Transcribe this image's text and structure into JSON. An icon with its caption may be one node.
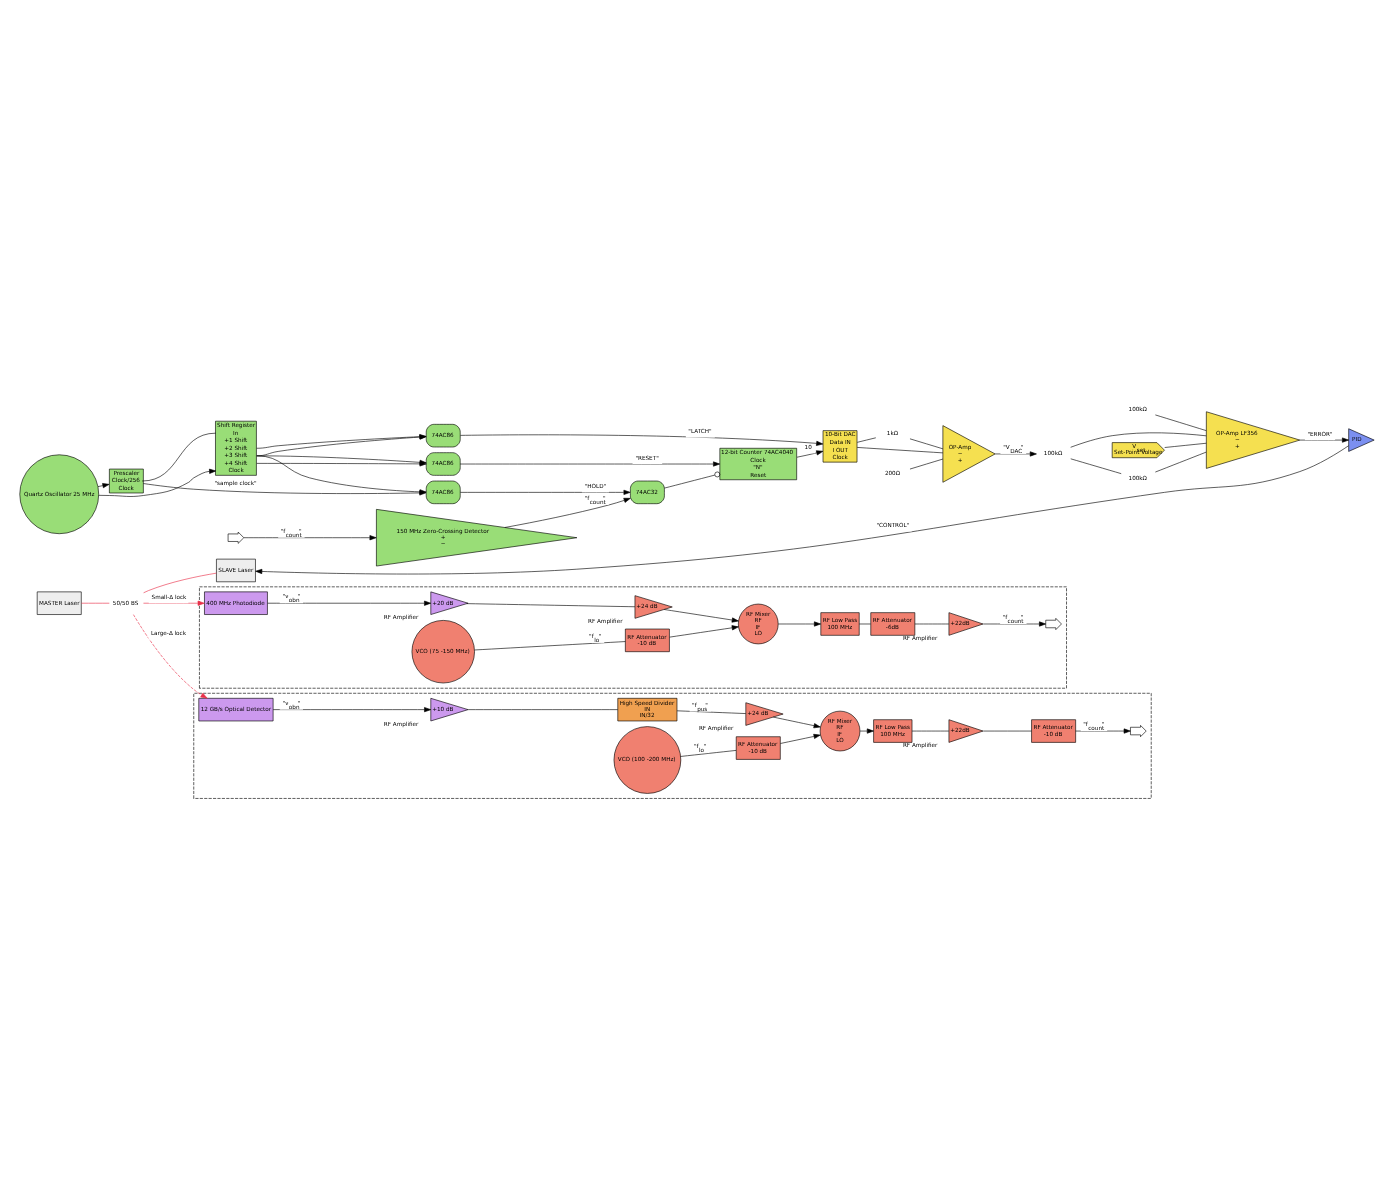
{
  "diagram": {
    "nodes": [
      {
        "text": [
          "MASTER Laser"
        ]
      },
      {
        "text": [
          "50/50 BS"
        ]
      },
      {
        "text": [
          "SLAVE Laser"
        ]
      },
      {
        "text": [],
        "shape": "box"
      },
      {
        "text": [
          "400 MHz Photodiode"
        ],
        "in": 3
      },
      {
        "text": [
          "RF Amplifier",
          "+20 dB"
        ],
        "in": 3
      },
      {
        "text": [
          "RF Amplifier",
          "+24 dB"
        ],
        "in": 3
      },
      {
        "text": [
          "RF Mixer",
          "RF",
          "IF",
          "LO"
        ],
        "in": 3
      },
      {
        "text": [
          "RF Attenuator",
          "-10 dB"
        ],
        "in": 3
      },
      {
        "text": [
          "VCO (75 -150 MHz)"
        ],
        "in": 3
      },
      {
        "text": [
          "RF Low Pass",
          "100 MHz"
        ],
        "in": 3
      },
      {
        "text": [
          "RF Attenuator",
          "-6dB"
        ],
        "in": 3
      },
      {
        "text": [
          "RF Amplifier",
          "+22dB"
        ],
        "in": 3
      },
      {
        "text": [],
        "shape": "chevron",
        "in": 3
      },
      {
        "text": [],
        "shape": "box"
      },
      {
        "text": [
          "12 GB/s Optical Detector"
        ],
        "in": 14
      },
      {
        "text": [
          "RF Amplifier",
          "+10 dB"
        ],
        "in": 14
      },
      {
        "text": [
          "High Speed Divider",
          "IN",
          "IN/32"
        ],
        "in": 14
      },
      {
        "text": [
          "RF Amplifier",
          "+24 dB"
        ],
        "in": 14
      },
      {
        "text": [
          "RF Mixer",
          "RF",
          "IF",
          "LO"
        ],
        "in": 14
      },
      {
        "text": [
          "RF Attenuator",
          "-10 dB"
        ],
        "in": 14
      },
      {
        "text": [
          "VCO (100 -200 MHz)"
        ],
        "in": 14
      },
      {
        "text": [
          "RF Low Pass",
          "100 MHz"
        ],
        "in": 14
      },
      {
        "text": [
          "RF Amplifier",
          "+22dB"
        ],
        "in": 14
      },
      {
        "text": [
          "RF Attenuator",
          "-10 dB"
        ],
        "in": 14
      },
      {
        "text": [],
        "shape": "chevron",
        "in": 14
      },
      {
        "text": [],
        "shape": "chevron"
      },
      {
        "text": [
          "150 MHz Zero-Crossing Detector",
          "+",
          "−"
        ]
      },
      {
        "text": [
          "74AC32"
        ]
      },
      {
        "text": [
          "12-bit Counter 74AC4040",
          "Clock",
          "\"N\"",
          "Reset"
        ]
      },
      {
        "text": [
          "10-Bit DAC",
          "Data IN",
          "I OUT",
          "Clock"
        ]
      },
      {
        "text": [
          "OP-Amp",
          "−",
          "+"
        ]
      },
      {
        "text": [
          "1kΩ"
        ]
      },
      {
        "text": [
          "200Ω"
        ]
      },
      {
        "text": [
          "100kΩ"
        ]
      },
      {
        "text": [
          "V$_{set}$",
          "Set-Point Voltage"
        ]
      },
      {
        "text": [
          "OP-Amp LF356",
          "−",
          "+"
        ]
      },
      {
        "text": [
          "100kΩ"
        ]
      },
      {
        "text": [
          "100kΩ"
        ]
      },
      {
        "text": [
          "PID"
        ]
      },
      {
        "text": [
          "Prescaler",
          "Clock/256",
          "Clock"
        ]
      },
      {
        "text": [
          "Shift Register",
          "In",
          "+1 Shift",
          "+2 Shift",
          "+3 Shift",
          "+4 Shift",
          "Clock"
        ]
      },
      {
        "text": [
          "Quartz Oscillator 25 MHz"
        ]
      },
      {
        "text": [
          "74AC86"
        ]
      },
      {
        "text": [
          "74AC86"
        ]
      },
      {
        "text": [
          "74AC86"
        ]
      }
    ],
    "edges": [
      {
        "from": 0,
        "to": 1,
        "arrow": "none",
        "color": "#e8304a"
      },
      {
        "from": 1,
        "to": 2,
        "arrow": "none",
        "color": "#e8304a"
      },
      {
        "from": 1,
        "to": 4,
        "arrow": "to",
        "label": "Small-Δ lock",
        "color": "#e8304a"
      },
      {
        "from": 1,
        "to": 15,
        "arrow": "to",
        "label": "Large-Δ lock",
        "color": "#e8304a",
        "style": "dashed"
      },
      {
        "from": 4,
        "to": 5,
        "arrow": "to",
        "label": "\"ν$_{obn}$\""
      },
      {
        "from": 5,
        "to": 6,
        "arrow": "none"
      },
      {
        "from": 6,
        "to": 7,
        "arrow": "to"
      },
      {
        "from": 9,
        "to": 8,
        "arrow": "none",
        "label": "\"f$_{lo}$\""
      },
      {
        "from": 8,
        "to": 7,
        "arrow": "to"
      },
      {
        "from": 7,
        "to": 10,
        "arrow": "to"
      },
      {
        "from": 10,
        "to": 11,
        "arrow": "none"
      },
      {
        "from": 11,
        "to": 12,
        "arrow": "none"
      },
      {
        "from": 12,
        "to": 13,
        "arrow": "to",
        "label": "\"f$_{count}$\""
      },
      {
        "from": 15,
        "to": 16,
        "arrow": "to",
        "label": "\"ν$_{obn}$\""
      },
      {
        "from": 16,
        "to": 17,
        "arrow": "none"
      },
      {
        "from": 17,
        "to": 18,
        "arrow": "none",
        "label": "\"f$_{pus}$\""
      },
      {
        "from": 18,
        "to": 19,
        "arrow": "to"
      },
      {
        "from": 21,
        "to": 20,
        "arrow": "none",
        "label": "\"f$_{lo}$\""
      },
      {
        "from": 20,
        "to": 19,
        "arrow": "to"
      },
      {
        "from": 19,
        "to": 22,
        "arrow": "to"
      },
      {
        "from": 22,
        "to": 23,
        "arrow": "none"
      },
      {
        "from": 23,
        "to": 24,
        "arrow": "none"
      },
      {
        "from": 24,
        "to": 25,
        "arrow": "to",
        "label": "\"f$_{count}$\""
      },
      {
        "from": 26,
        "to": 27,
        "arrow": "to",
        "label": "\"f$_{count}$\""
      },
      {
        "from": 27,
        "to": 28,
        "arrow": "to",
        "label": "\"f$_{count}$\""
      },
      {
        "from": 28,
        "to": 29,
        "arrow": "other"
      },
      {
        "from": 29,
        "to": 30,
        "arrow": "to",
        "label": "10"
      },
      {
        "from": 30,
        "to": 31,
        "arrow": "none"
      },
      {
        "from": 30,
        "to": 32,
        "arrow": "none"
      },
      {
        "from": 32,
        "to": 31,
        "arrow": "none"
      },
      {
        "from": 33,
        "to": 31,
        "arrow": "none"
      },
      {
        "from": 31,
        "to": 34,
        "arrow": "to",
        "label": "\"V$_{DAC}$\""
      },
      {
        "from": 34,
        "to": 36,
        "arrow": "none"
      },
      {
        "from": 34,
        "to": 37,
        "arrow": "none"
      },
      {
        "from": 37,
        "to": 36,
        "arrow": "none"
      },
      {
        "from": 35,
        "to": 36,
        "arrow": "none"
      },
      {
        "from": 38,
        "to": 36,
        "arrow": "none"
      },
      {
        "from": 36,
        "to": 39,
        "arrow": "to",
        "label": "\"ERROR\""
      },
      {
        "from": 39,
        "to": 2,
        "arrow": "to",
        "label": "\"CONTROL\""
      },
      {
        "from": 42,
        "to": 40,
        "arrow": "to"
      },
      {
        "from": 42,
        "to": 41,
        "arrow": "to"
      },
      {
        "from": 40,
        "to": 41,
        "arrow": "none"
      },
      {
        "from": 40,
        "to": 43,
        "arrow": "to",
        "label": "\"sample clock\""
      },
      {
        "from": 41,
        "to": 43,
        "arrow": "to"
      },
      {
        "from": 41,
        "to": 44,
        "arrow": "to"
      },
      {
        "from": 41,
        "to": 45,
        "arrow": "to"
      },
      {
        "from": 41,
        "to": 45,
        "arrow": "to"
      },
      {
        "from": 41,
        "to": 44,
        "arrow": "to"
      },
      {
        "from": 43,
        "to": 28,
        "arrow": "to",
        "label": "\"HOLD\""
      },
      {
        "from": 44,
        "to": 29,
        "arrow": "to",
        "label": "\"RESET\""
      },
      {
        "from": 45,
        "to": 30,
        "arrow": "to",
        "label": "\"LATCH\""
      }
    ]
  }
}
